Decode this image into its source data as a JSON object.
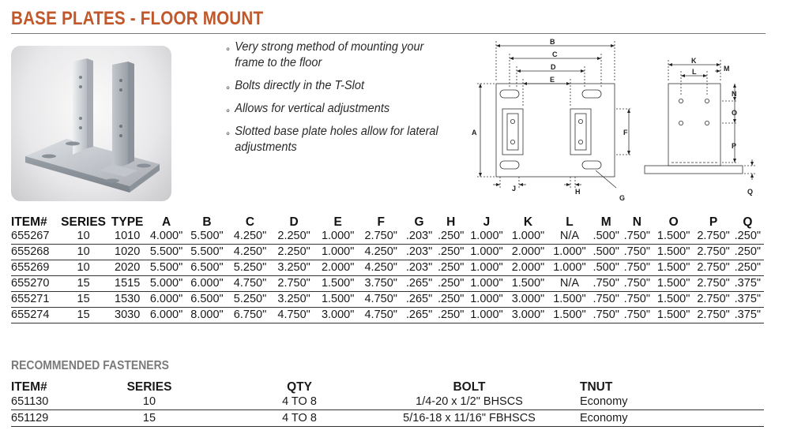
{
  "page": {
    "title": "BASE PLATES - FLOOR MOUNT"
  },
  "features": [
    "Very strong method of mounting your frame to the floor",
    "Bolts directly in the T-Slot",
    "Allows for vertical adjustments",
    "Slotted base plate  holes allow for lateral adjustments"
  ],
  "feature_bullet": "∘",
  "diagram": {
    "labels": {
      "A": "A",
      "B": "B",
      "C": "C",
      "D": "D",
      "E": "E",
      "F": "F",
      "G": "G",
      "H": "H",
      "J": "J",
      "K": "K",
      "L": "L",
      "M": "M",
      "N": "N",
      "O": "O",
      "P": "P",
      "Q": "Q"
    }
  },
  "spec_table": {
    "columns": [
      "ITEM#",
      "SERIES",
      "TYPE",
      "A",
      "B",
      "C",
      "D",
      "E",
      "F",
      "G",
      "H",
      "J",
      "K",
      "L",
      "M",
      "N",
      "O",
      "P",
      "Q"
    ],
    "rows": [
      [
        "655267",
        "10",
        "1010",
        "4.000\"",
        "5.500\"",
        "4.250\"",
        "2.250\"",
        "1.000\"",
        "2.750\"",
        ".203\"",
        ".250\"",
        "1.000\"",
        "1.000\"",
        "N/A",
        ".500\"",
        ".750\"",
        "1.500\"",
        "2.750\"",
        ".250\""
      ],
      [
        "655268",
        "10",
        "1020",
        "5.500\"",
        "5.500\"",
        "4.250\"",
        "2.250\"",
        "1.000\"",
        "4.250\"",
        ".203\"",
        ".250\"",
        "1.000\"",
        "2.000\"",
        "1.000\"",
        ".500\"",
        ".750\"",
        "1.500\"",
        "2.750\"",
        ".250\""
      ],
      [
        "655269",
        "10",
        "2020",
        "5.500\"",
        "6.500\"",
        "5.250\"",
        "3.250\"",
        "2.000\"",
        "4.250\"",
        ".203\"",
        ".250\"",
        "1.000\"",
        "2.000\"",
        "1.000\"",
        ".500\"",
        ".750\"",
        "1.500\"",
        "2.750\"",
        ".250\""
      ],
      [
        "655270",
        "15",
        "1515",
        "5.000\"",
        "6.000\"",
        "4.750\"",
        "2.750\"",
        "1.500\"",
        "3.750\"",
        ".265\"",
        ".250\"",
        "1.000\"",
        "1.500\"",
        "N/A",
        ".750\"",
        ".750\"",
        "1.500\"",
        "2.750\"",
        ".375\""
      ],
      [
        "655271",
        "15",
        "1530",
        "6.000\"",
        "6.500\"",
        "5.250\"",
        "3.250\"",
        "1.500\"",
        "4.750\"",
        ".265\"",
        ".250\"",
        "1.000\"",
        "3.000\"",
        "1.500\"",
        ".750\"",
        ".750\"",
        "1.500\"",
        "2.750\"",
        ".375\""
      ],
      [
        "655274",
        "15",
        "3030",
        "6.000\"",
        "8.000\"",
        "6.750\"",
        "4.750\"",
        "3.000\"",
        "4.750\"",
        ".265\"",
        ".250\"",
        "1.000\"",
        "3.000\"",
        "1.500\"",
        ".750\"",
        ".750\"",
        "1.500\"",
        "2.750\"",
        ".375\""
      ]
    ]
  },
  "fasteners": {
    "title": "RECOMMENDED FASTENERS",
    "columns": [
      "ITEM#",
      "SERIES",
      "QTY",
      "BOLT",
      "TNUT"
    ],
    "rows": [
      [
        "651130",
        "10",
        "4 TO 8",
        "1/4-20 x 1/2\" BHSCS",
        "Economy"
      ],
      [
        "651129",
        "15",
        "4 TO 8",
        "5/16-18 x 11/16\" FBHSCS",
        "Economy"
      ]
    ]
  },
  "colors": {
    "title": "#c0582b",
    "subtitle": "#7a7a7a",
    "rule": "#333333"
  }
}
